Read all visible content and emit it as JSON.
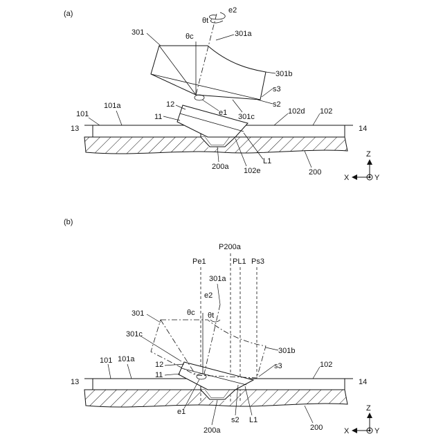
{
  "panels": [
    {
      "panel_label": "(a)",
      "labels": {
        "l301": "301",
        "l301a": "301a",
        "l301b": "301b",
        "l301c": "301c",
        "theta_t": "θt",
        "theta_c": "θc",
        "e2": "e2",
        "e1": "e1",
        "s2": "s2",
        "s3": "s3",
        "l12": "12",
        "l11": "11",
        "l101": "101",
        "l101a": "101a",
        "l102": "102",
        "l102d": "102d",
        "l102e": "102e",
        "l13": "13",
        "l14": "14",
        "L1": "L1",
        "l200": "200",
        "l200a": "200a"
      }
    },
    {
      "panel_label": "(b)",
      "labels": {
        "P200a": "P200a",
        "Pe1": "Pe1",
        "PL1": "PL1",
        "Ps3": "Ps3",
        "l301": "301",
        "l301a": "301a",
        "l301b": "301b",
        "l301c": "301c",
        "theta_t": "θt",
        "theta_c": "θc",
        "e2": "e2",
        "e1": "e1",
        "s2": "s2",
        "s3": "s3",
        "l12": "12",
        "l11": "11",
        "l101": "101",
        "l101a": "101a",
        "l102": "102",
        "l13": "13",
        "l14": "14",
        "L1": "L1",
        "l200": "200",
        "l200a": "200a"
      }
    }
  ],
  "axes": {
    "z": "Z",
    "x": "X",
    "y": "Y"
  }
}
